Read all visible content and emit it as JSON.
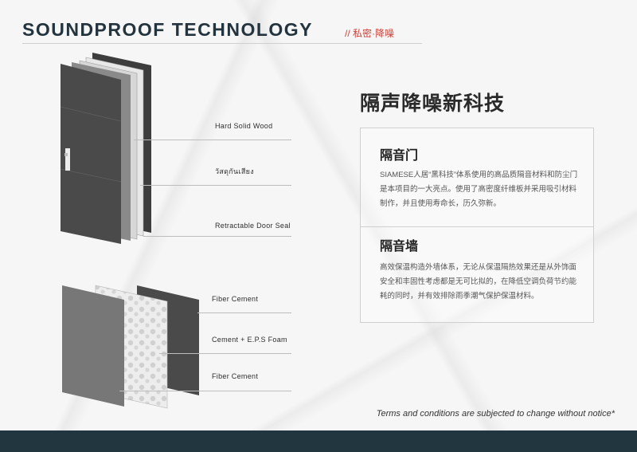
{
  "header": {
    "title": "SOUNDPROOF TECHNOLOGY",
    "subtitle": "// 私密·降噪"
  },
  "door_diagram": {
    "labels": [
      "Hard Solid Wood",
      "วัสดุกันเสียง",
      "Retractable Door Seal"
    ]
  },
  "wall_diagram": {
    "labels": [
      "Fiber Cement",
      "Cement + E.P.S Foam",
      "Fiber Cement"
    ]
  },
  "main": {
    "heading": "隔声降噪新科技",
    "sections": [
      {
        "title": "隔音门",
        "body": "SIAMESE人居“黑科技”体系使用的高品质隔音材料和防尘门是本项目的一大亮点。使用了高密度纤维板并采用吸引材料制作，并且使用寿命长，历久弥新。"
      },
      {
        "title": "隔音墙",
        "body": "高效保温构造外墙体系，无论从保温隔热效果还是从外饰面安全和丰固性考虑都是无可比拟的，在降低空调负荷节约能耗的同时，并有效排除雨季潮气保护保温材料。"
      }
    ]
  },
  "footer": {
    "notice": "Terms and conditions are subjected to change without notice*"
  },
  "colors": {
    "title": "#23343e",
    "accent": "#c9433a",
    "footer_bar": "#223640"
  }
}
